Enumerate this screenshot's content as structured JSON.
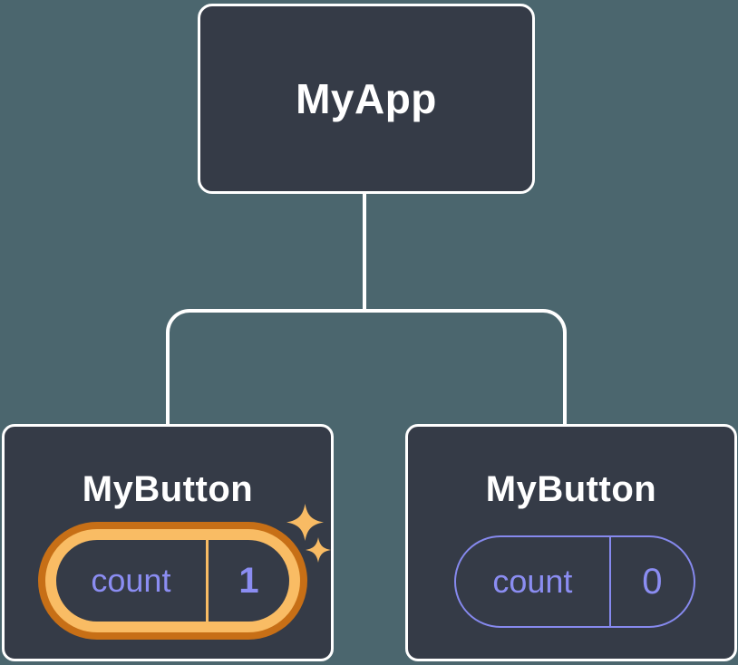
{
  "tree": {
    "root": {
      "label": "MyApp"
    },
    "children": [
      {
        "label": "MyButton",
        "state": {
          "key": "count",
          "value": "1"
        },
        "highlighted": true
      },
      {
        "label": "MyButton",
        "state": {
          "key": "count",
          "value": "0"
        },
        "highlighted": false
      }
    ]
  },
  "icons": {
    "sparkles": "sparkles-icon"
  },
  "colors": {
    "background": "#4b666e",
    "node_fill": "#353b47",
    "node_border": "#ffffff",
    "connector": "#ffffff",
    "state_text": "#8b8df2",
    "state_border": "#8689ee",
    "highlight_inner": "#f9bc64",
    "highlight_outer": "#c76f16",
    "sparkle": "#f8bb64"
  }
}
